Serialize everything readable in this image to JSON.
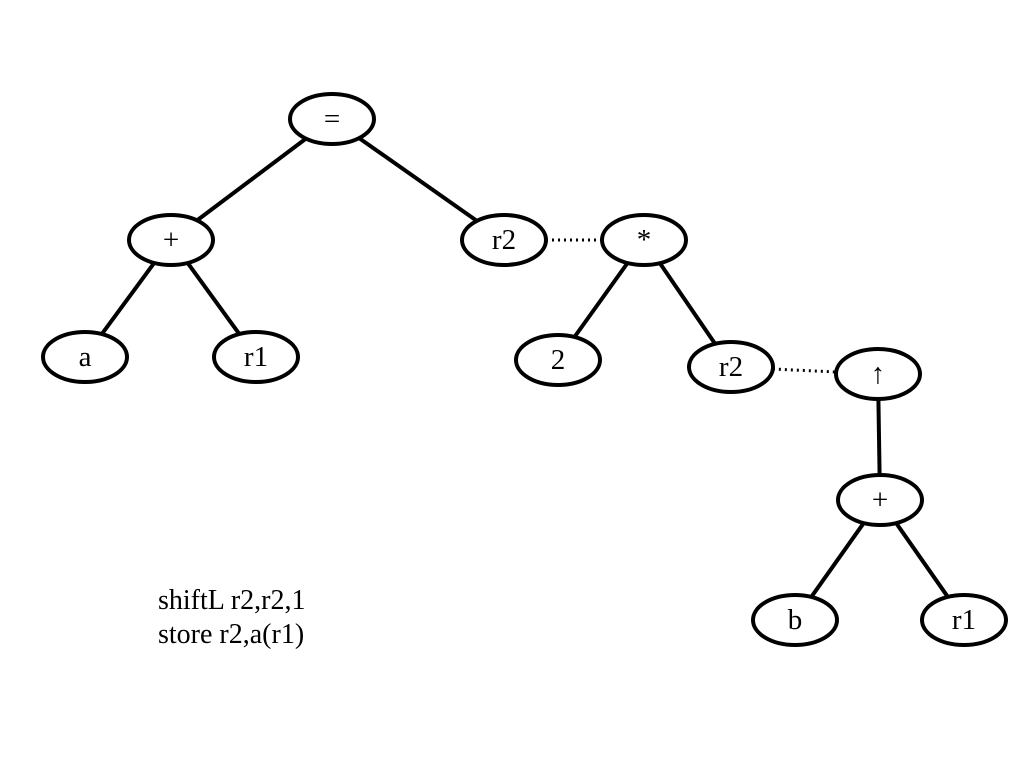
{
  "tree": {
    "nodes": [
      {
        "id": "assign",
        "label": "=",
        "name": "assign-node"
      },
      {
        "id": "plus_left",
        "label": "+",
        "name": "plus-node-left"
      },
      {
        "id": "a",
        "label": "a",
        "name": "leaf-a"
      },
      {
        "id": "r1_left",
        "label": "r1",
        "name": "leaf-r1-left"
      },
      {
        "id": "r2_top",
        "label": "r2",
        "name": "register-r2-top"
      },
      {
        "id": "mul",
        "label": "*",
        "name": "multiply-node"
      },
      {
        "id": "two",
        "label": "2",
        "name": "leaf-2"
      },
      {
        "id": "r2_mid",
        "label": "r2",
        "name": "register-r2-mid"
      },
      {
        "id": "deref",
        "label": "↑",
        "name": "deref-node"
      },
      {
        "id": "plus_right",
        "label": "+",
        "name": "plus-node-right"
      },
      {
        "id": "b",
        "label": "b",
        "name": "leaf-b"
      },
      {
        "id": "r1_right",
        "label": "r1",
        "name": "leaf-r1-right"
      }
    ],
    "edges": [
      {
        "from": "assign",
        "to": "plus_left",
        "style": "solid"
      },
      {
        "from": "assign",
        "to": "r2_top",
        "style": "solid"
      },
      {
        "from": "plus_left",
        "to": "a",
        "style": "solid"
      },
      {
        "from": "plus_left",
        "to": "r1_left",
        "style": "solid"
      },
      {
        "from": "r2_top",
        "to": "mul",
        "style": "dotted"
      },
      {
        "from": "mul",
        "to": "two",
        "style": "solid"
      },
      {
        "from": "mul",
        "to": "r2_mid",
        "style": "solid"
      },
      {
        "from": "r2_mid",
        "to": "deref",
        "style": "dotted"
      },
      {
        "from": "deref",
        "to": "plus_right",
        "style": "solid"
      },
      {
        "from": "plus_right",
        "to": "b",
        "style": "solid"
      },
      {
        "from": "plus_right",
        "to": "r1_right",
        "style": "solid"
      }
    ]
  },
  "code": {
    "lines": [
      "shiftL r2,r2,1",
      "store r2,a(r1)"
    ]
  }
}
